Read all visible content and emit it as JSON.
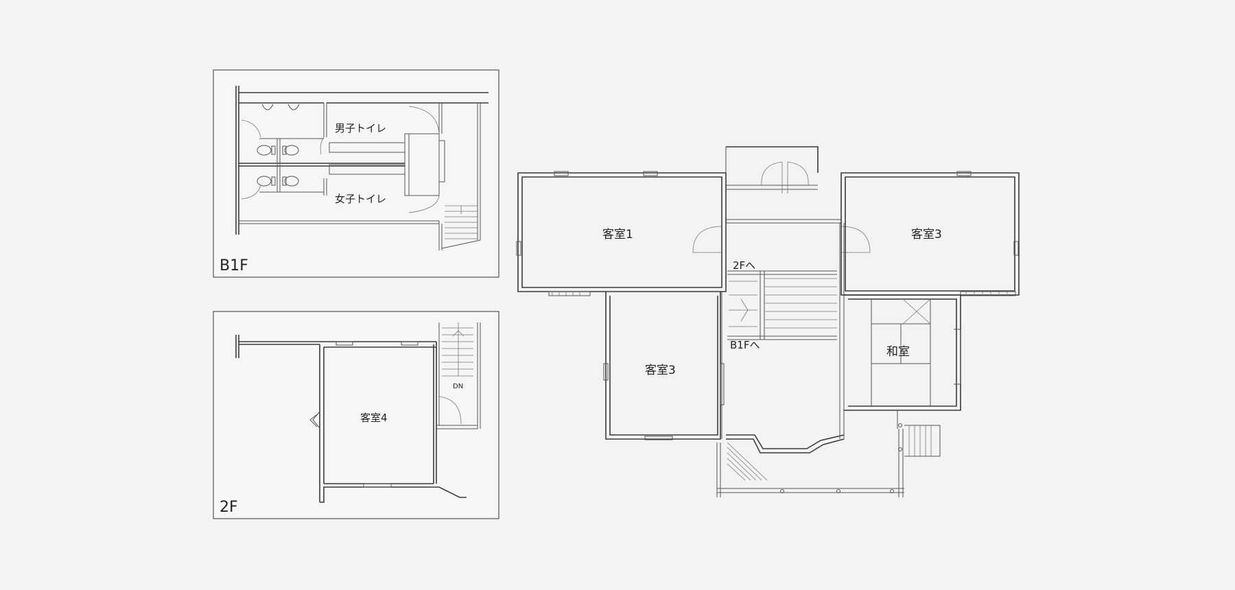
{
  "panels": {
    "b1f": {
      "floor_label": "B1F",
      "rooms": {
        "mens_toilet": "男子トイレ",
        "womens_toilet": "女子トイレ"
      }
    },
    "f2": {
      "floor_label": "2F",
      "rooms": {
        "guest_room_4": "客室4"
      },
      "stair_label": "DN"
    }
  },
  "main_floor": {
    "rooms": {
      "guest_room_1": "客室1",
      "guest_room_3_right": "客室3",
      "guest_room_3_lower": "客室3",
      "japanese_room": "和室"
    },
    "stairs": {
      "up_label": "2Fへ",
      "down_label": "B1Fへ"
    }
  },
  "colors": {
    "background": "#f3f3f3",
    "wall": "#3a3a3a"
  }
}
